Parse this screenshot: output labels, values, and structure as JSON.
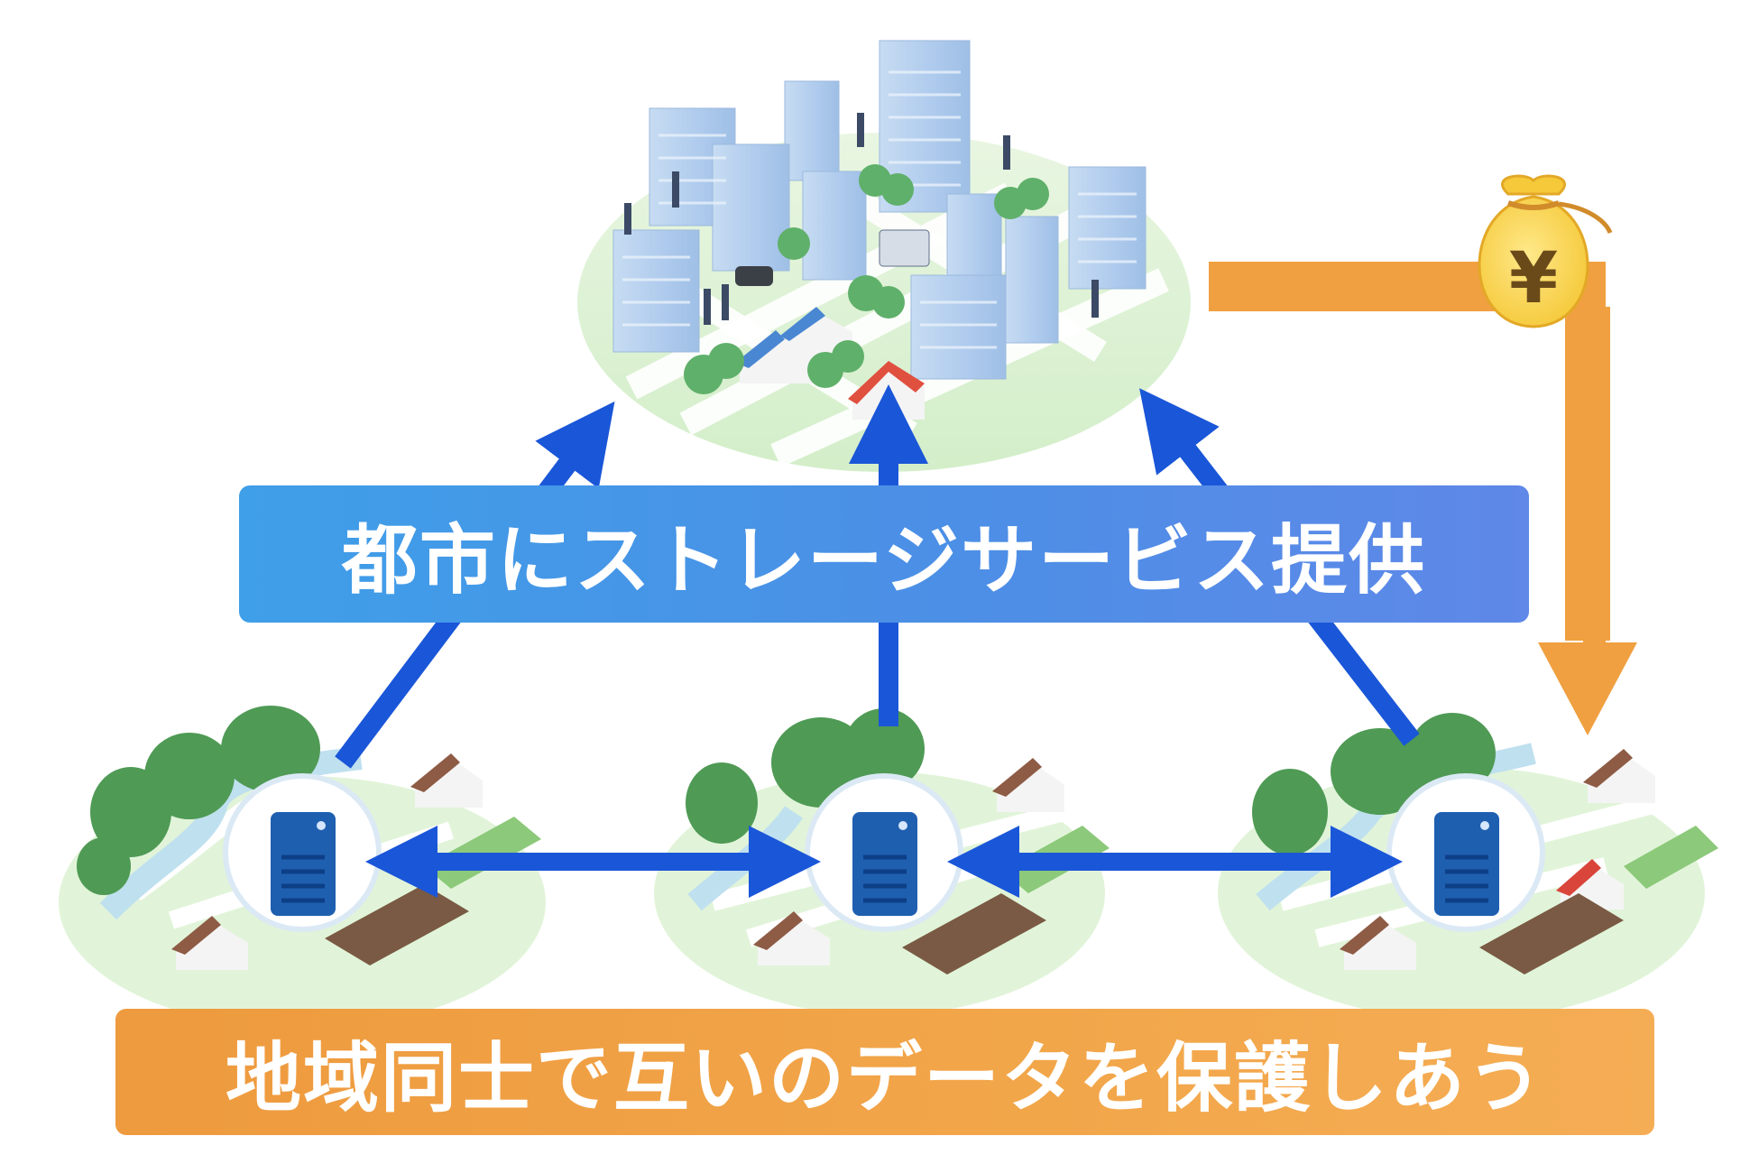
{
  "banners": {
    "top": "都市にストレージサービス提供",
    "bottom": "地域同士で互いのデータを保護しあう"
  },
  "money_bag": {
    "symbol": "¥"
  },
  "icons": {
    "city": "city-illustration",
    "villages": [
      "village-illustration",
      "village-illustration",
      "village-illustration"
    ],
    "server": "server-icon",
    "money": "yen-money-bag-icon"
  },
  "colors": {
    "blue_arrow": "#1a56d8",
    "orange_arrow": "#f0a040",
    "banner_blue": "#4a95e8",
    "banner_orange": "#f0a040",
    "ground": "#dff3d6",
    "server_blue": "#1f5fb0"
  }
}
